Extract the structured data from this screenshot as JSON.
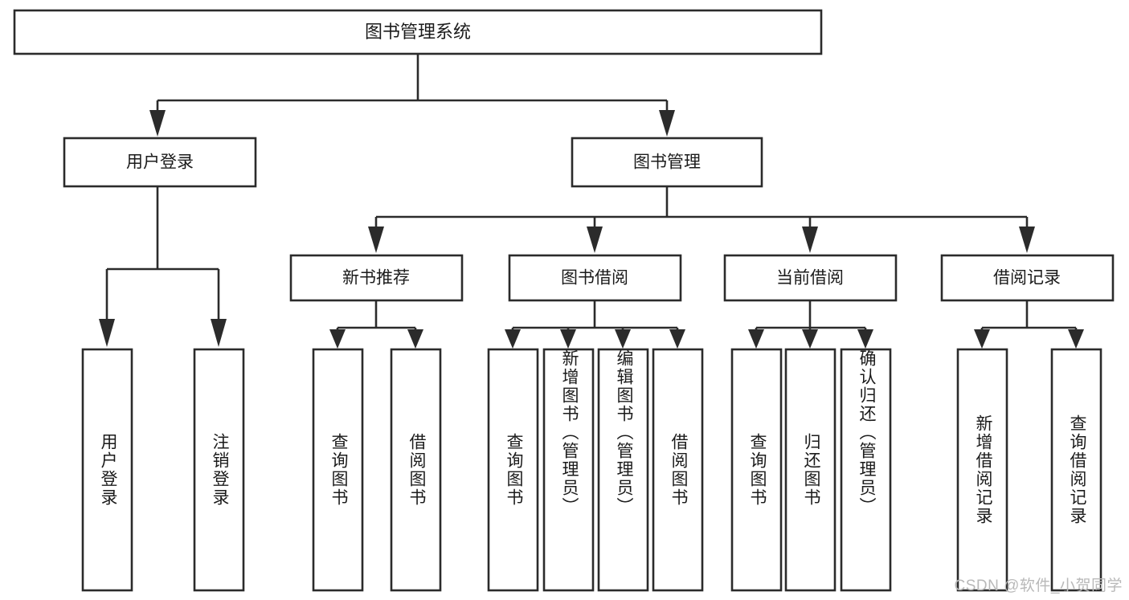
{
  "diagram": {
    "type": "tree-hierarchy-chart",
    "title": "图书管理系统",
    "watermark": "CSDN @软件_小贺同学",
    "root": {
      "id": "root",
      "label": "图书管理系统",
      "orientation": "horizontal"
    },
    "level2": [
      {
        "id": "user-login",
        "label": "用户登录",
        "orientation": "horizontal"
      },
      {
        "id": "book-manage",
        "label": "图书管理",
        "orientation": "horizontal"
      }
    ],
    "level3": [
      {
        "id": "new-book-recommend",
        "label": "新书推荐",
        "parent": "book-manage",
        "orientation": "horizontal"
      },
      {
        "id": "book-borrow",
        "label": "图书借阅",
        "parent": "book-manage",
        "orientation": "horizontal"
      },
      {
        "id": "current-borrow",
        "label": "当前借阅",
        "parent": "book-manage",
        "orientation": "horizontal"
      },
      {
        "id": "borrow-record",
        "label": "借阅记录",
        "parent": "book-manage",
        "orientation": "horizontal"
      }
    ],
    "leaves": [
      {
        "id": "leaf-user-login",
        "label": "用户登录",
        "parent": "user-login",
        "orientation": "vertical"
      },
      {
        "id": "leaf-user-logout",
        "label": "注销登录",
        "parent": "user-login",
        "orientation": "vertical"
      },
      {
        "id": "leaf-query-book-rec",
        "label": "查询图书",
        "parent": "new-book-recommend",
        "orientation": "vertical"
      },
      {
        "id": "leaf-borrow-book-rec",
        "label": "借阅图书",
        "parent": "new-book-recommend",
        "orientation": "vertical"
      },
      {
        "id": "leaf-query-book-borrow",
        "label": "查询图书",
        "parent": "book-borrow",
        "orientation": "vertical"
      },
      {
        "id": "leaf-add-book",
        "label": "新增图书（管理员）",
        "parent": "book-borrow",
        "orientation": "vertical"
      },
      {
        "id": "leaf-edit-book",
        "label": "编辑图书（管理员）",
        "parent": "book-borrow",
        "orientation": "vertical"
      },
      {
        "id": "leaf-borrow-book",
        "label": "借阅图书",
        "parent": "book-borrow",
        "orientation": "vertical"
      },
      {
        "id": "leaf-query-book-current",
        "label": "查询图书",
        "parent": "current-borrow",
        "orientation": "vertical"
      },
      {
        "id": "leaf-return-book",
        "label": "归还图书",
        "parent": "current-borrow",
        "orientation": "vertical"
      },
      {
        "id": "leaf-confirm-return",
        "label": "确认归还（管理员）",
        "parent": "current-borrow",
        "orientation": "vertical"
      },
      {
        "id": "leaf-add-record",
        "label": "新增借阅记录",
        "parent": "borrow-record",
        "orientation": "vertical"
      },
      {
        "id": "leaf-query-record",
        "label": "查询借阅记录",
        "parent": "borrow-record",
        "orientation": "vertical"
      }
    ],
    "colors": {
      "stroke": "#2b2b2b",
      "fill": "#ffffff",
      "text": "#1b1b1b",
      "watermark": "#b9b9b9"
    }
  }
}
